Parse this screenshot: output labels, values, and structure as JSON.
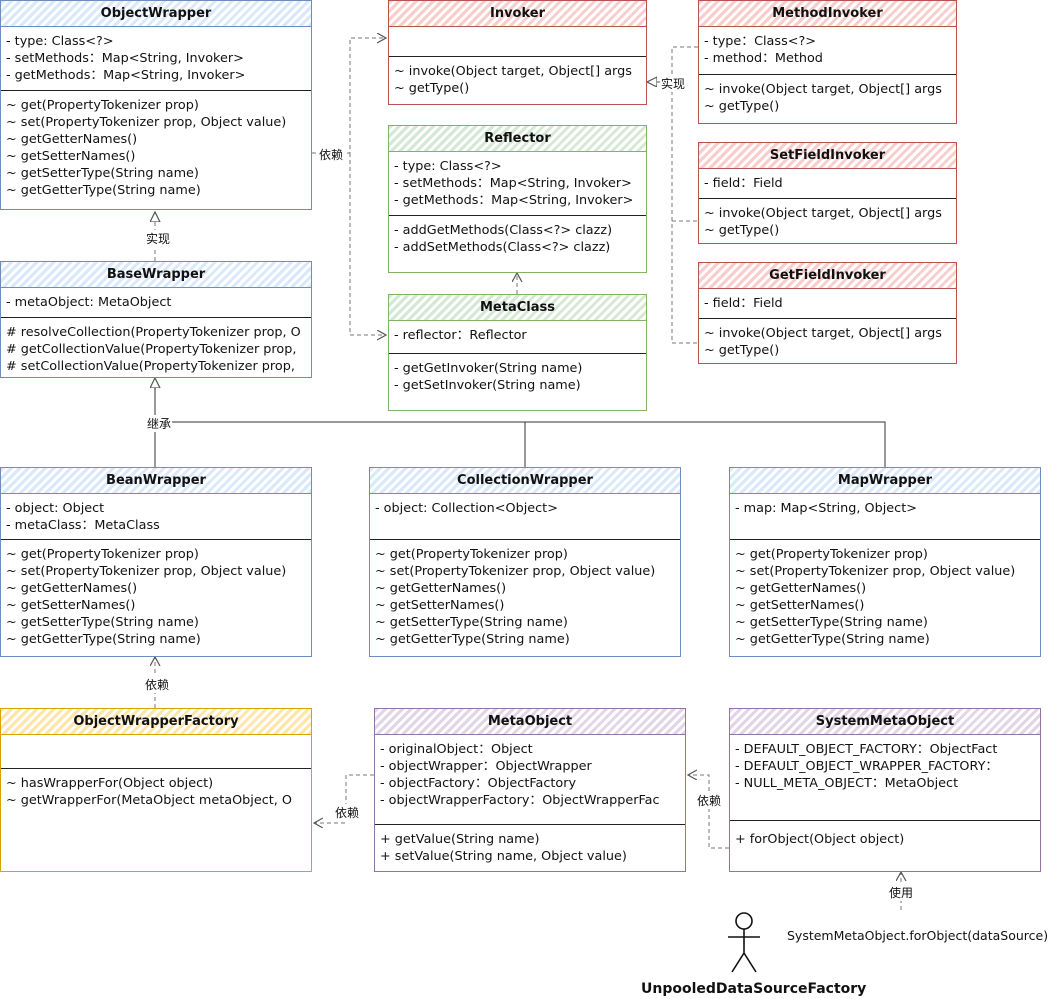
{
  "classes": {
    "object_wrapper": {
      "name": "ObjectWrapper",
      "fields": [
        "- type: Class<?>",
        "- setMethods：Map<String, Invoker>",
        "- getMethods：Map<String, Invoker>"
      ],
      "methods": [
        "~ get(PropertyTokenizer prop)",
        "~ set(PropertyTokenizer prop, Object value)",
        "~ getGetterNames()",
        "~ getSetterNames()",
        "~ getSetterType(String name)",
        "~ getGetterType(String name)"
      ]
    },
    "base_wrapper": {
      "name": "BaseWrapper",
      "fields": [
        "- metaObject: MetaObject"
      ],
      "methods": [
        "# resolveCollection(PropertyTokenizer prop, O",
        "# getCollectionValue(PropertyTokenizer prop,",
        "# setCollectionValue(PropertyTokenizer prop,"
      ]
    },
    "invoker": {
      "name": "Invoker",
      "fields": [],
      "methods": [
        "~ invoke(Object target, Object[] args",
        "~ getType()"
      ]
    },
    "reflector": {
      "name": "Reflector",
      "fields": [
        "- type: Class<?>",
        "- setMethods：Map<String, Invoker>",
        "- getMethods：Map<String, Invoker>"
      ],
      "methods": [
        "- addGetMethods(Class<?> clazz)",
        "- addSetMethods(Class<?> clazz)"
      ]
    },
    "meta_class": {
      "name": "MetaClass",
      "fields": [
        "- reflector：Reflector"
      ],
      "methods": [
        "- getGetInvoker(String name)",
        "- getSetInvoker(String name)"
      ]
    },
    "method_invoker": {
      "name": "MethodInvoker",
      "fields": [
        "- type：Class<?>",
        "- method：Method"
      ],
      "methods": [
        "~ invoke(Object target, Object[] args",
        "~ getType()"
      ]
    },
    "set_field_invoker": {
      "name": "SetFieldInvoker",
      "fields": [
        "- field：Field"
      ],
      "methods": [
        "~ invoke(Object target, Object[] args",
        "~ getType()"
      ]
    },
    "get_field_invoker": {
      "name": "GetFieldInvoker",
      "fields": [
        "- field：Field"
      ],
      "methods": [
        "~ invoke(Object target, Object[] args",
        "~ getType()"
      ]
    },
    "bean_wrapper": {
      "name": "BeanWrapper",
      "fields": [
        "- object: Object",
        "- metaClass：MetaClass"
      ],
      "methods": [
        "~ get(PropertyTokenizer prop)",
        "~ set(PropertyTokenizer prop, Object value)",
        "~ getGetterNames()",
        "~ getSetterNames()",
        "~ getSetterType(String name)",
        "~ getGetterType(String name)"
      ]
    },
    "collection_wrapper": {
      "name": "CollectionWrapper",
      "fields": [
        "- object: Collection<Object>"
      ],
      "methods": [
        "~ get(PropertyTokenizer prop)",
        "~ set(PropertyTokenizer prop, Object value)",
        "~ getGetterNames()",
        "~ getSetterNames()",
        "~ getSetterType(String name)",
        "~ getGetterType(String name)"
      ]
    },
    "map_wrapper": {
      "name": "MapWrapper",
      "fields": [
        "- map: Map<String, Object>"
      ],
      "methods": [
        "~ get(PropertyTokenizer prop)",
        "~ set(PropertyTokenizer prop, Object value)",
        "~ getGetterNames()",
        "~ getSetterNames()",
        "~ getSetterType(String name)",
        "~ getGetterType(String name)"
      ]
    },
    "object_wrapper_factory": {
      "name": "ObjectWrapperFactory",
      "fields": [],
      "methods": [
        "~ hasWrapperFor(Object object)",
        "~ getWrapperFor(MetaObject metaObject, O"
      ]
    },
    "meta_object": {
      "name": "MetaObject",
      "fields": [
        "- originalObject：Object",
        "- objectWrapper：ObjectWrapper",
        "- objectFactory：ObjectFactory",
        "- objectWrapperFactory：ObjectWrapperFac"
      ],
      "methods": [
        "+ getValue(String name)",
        "+ setValue(String name, Object value)"
      ]
    },
    "system_meta_object": {
      "name": "SystemMetaObject",
      "fields": [
        "- DEFAULT_OBJECT_FACTORY：ObjectFact",
        "- DEFAULT_OBJECT_WRAPPER_FACTORY：",
        "- NULL_META_OBJECT：MetaObject"
      ],
      "methods": [
        "+ forObject(Object object)"
      ]
    }
  },
  "edge_labels": {
    "implements_base": "实现",
    "depends_reflect": "依赖",
    "implements_invoker": "实现",
    "inherit": "继承",
    "depends_factory_bean": "依赖",
    "depends_meta_factory": "依赖",
    "depends_system_meta": "依赖",
    "uses": "使用"
  },
  "actor": {
    "name": "UnpooledDataSourceFactory"
  },
  "call_note": "SystemMetaObject.forObject(dataSource)",
  "colors": {
    "blue": "#6c8ebf",
    "red": "#b85450",
    "green": "#82b366",
    "orange": "#d6a300",
    "purple": "#9673a6",
    "edge": "#666666"
  }
}
